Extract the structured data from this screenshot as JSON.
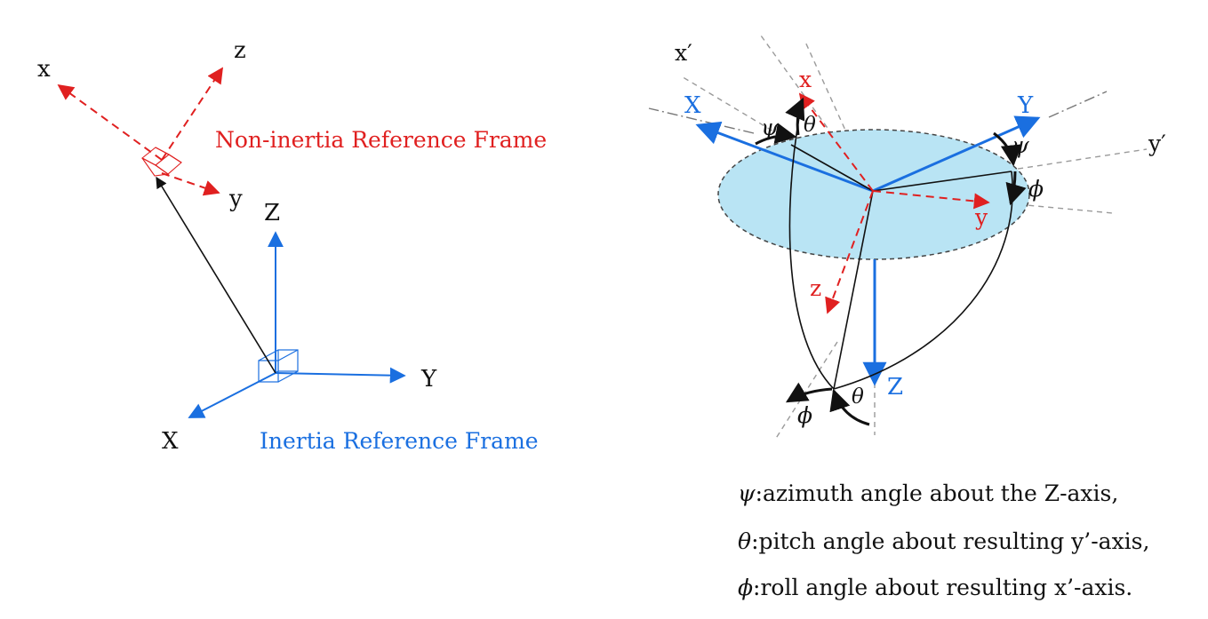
{
  "colors": {
    "inertial": "#1a6fe0",
    "body": "#e02020",
    "ink": "#111111",
    "disk": "#b9e4f4"
  },
  "left_panel": {
    "body_axes": {
      "x": "x",
      "y": "y",
      "z": "z"
    },
    "inertial_axes": {
      "X": "X",
      "Y": "Y",
      "Z": "Z"
    },
    "body_frame_label": "Non-inertia Reference Frame",
    "inertial_frame_label": "Inertia Reference Frame"
  },
  "right_panel": {
    "inertial_axes": {
      "X": "X",
      "Y": "Y",
      "Z": "Z"
    },
    "body_axes": {
      "x": "x",
      "y": "y",
      "z": "z"
    },
    "intermediate_axes": {
      "x_prime": "x′",
      "y_prime": "y′"
    },
    "angles": {
      "psi": "ψ",
      "theta": "θ",
      "phi": "ϕ"
    }
  },
  "legend": [
    {
      "symbol": "ψ",
      "text": ":azimuth angle about the Z-axis,"
    },
    {
      "symbol": "θ",
      "text": ":pitch angle about resulting y’-axis,"
    },
    {
      "symbol": "ϕ",
      "text": ":roll angle about resulting x’-axis."
    }
  ]
}
